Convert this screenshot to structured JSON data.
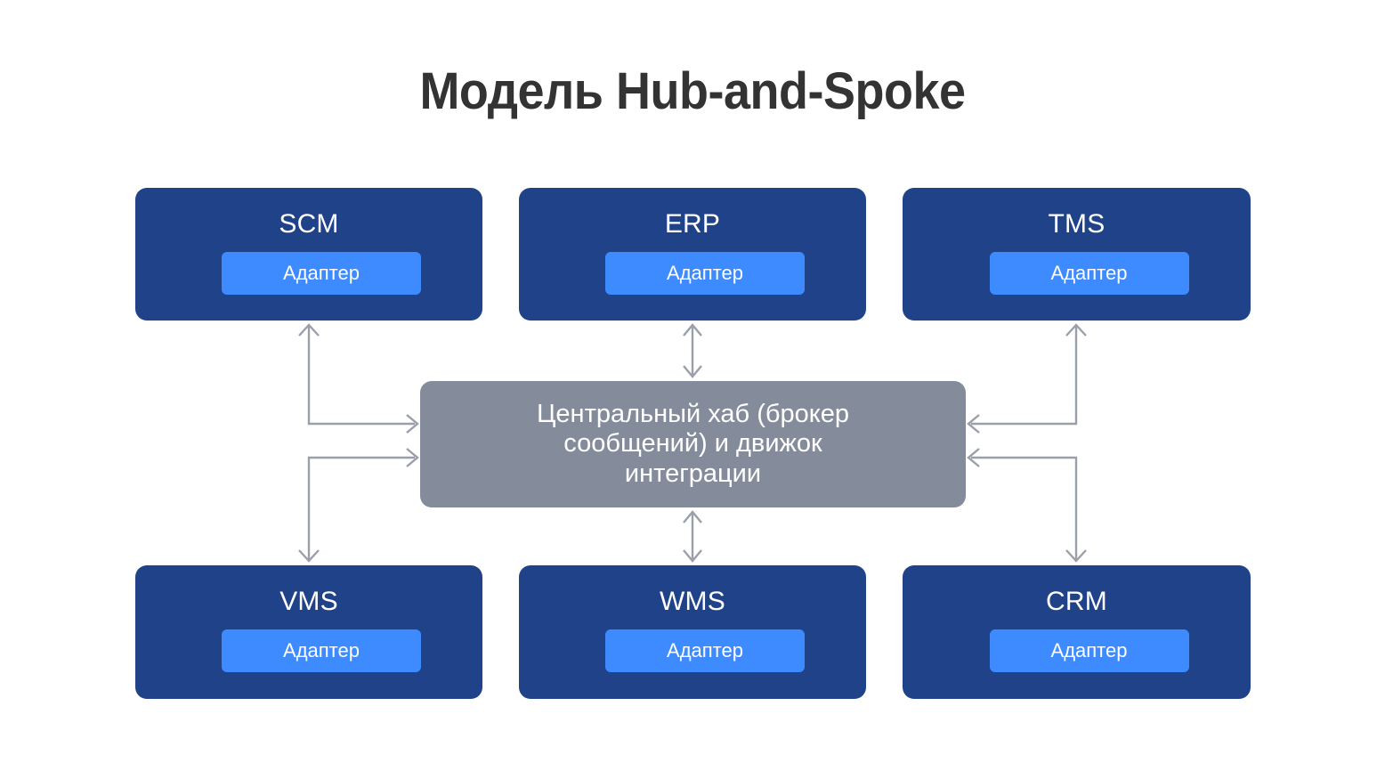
{
  "diagram": {
    "title": "Модель Hub-and-Spoke",
    "type": "hub-and-spoke",
    "background_color": "#FFFFFF",
    "title_color": "#333333",
    "node_color": "#1F4289",
    "adapter_color": "#3D8BFF",
    "hub_color": "#848C9C",
    "connector_color": "#9AA0AA"
  },
  "hub": {
    "label": "Центральный хаб (брокер сообщений) и движок интеграции",
    "lines": [
      "Центральный хаб (брокер",
      "сообщений) и движок",
      "интеграции"
    ]
  },
  "nodes": {
    "top": [
      {
        "id": "scm",
        "title": "SCM",
        "adapter": "Адаптер"
      },
      {
        "id": "erp",
        "title": "ERP",
        "adapter": "Адаптер"
      },
      {
        "id": "tms",
        "title": "TMS",
        "adapter": "Адаптер"
      }
    ],
    "bottom": [
      {
        "id": "vms",
        "title": "VMS",
        "adapter": "Адаптер"
      },
      {
        "id": "wms",
        "title": "WMS",
        "adapter": "Адаптер"
      },
      {
        "id": "crm",
        "title": "CRM",
        "adapter": "Адаптер"
      }
    ]
  },
  "connections": [
    {
      "from": "scm",
      "to": "hub",
      "style": "elbow",
      "direction": "bidirectional"
    },
    {
      "from": "erp",
      "to": "hub",
      "style": "straight",
      "direction": "bidirectional"
    },
    {
      "from": "tms",
      "to": "hub",
      "style": "elbow",
      "direction": "bidirectional"
    },
    {
      "from": "hub",
      "to": "vms",
      "style": "elbow",
      "direction": "bidirectional"
    },
    {
      "from": "hub",
      "to": "wms",
      "style": "straight",
      "direction": "bidirectional"
    },
    {
      "from": "hub",
      "to": "crm",
      "style": "elbow",
      "direction": "bidirectional"
    }
  ]
}
